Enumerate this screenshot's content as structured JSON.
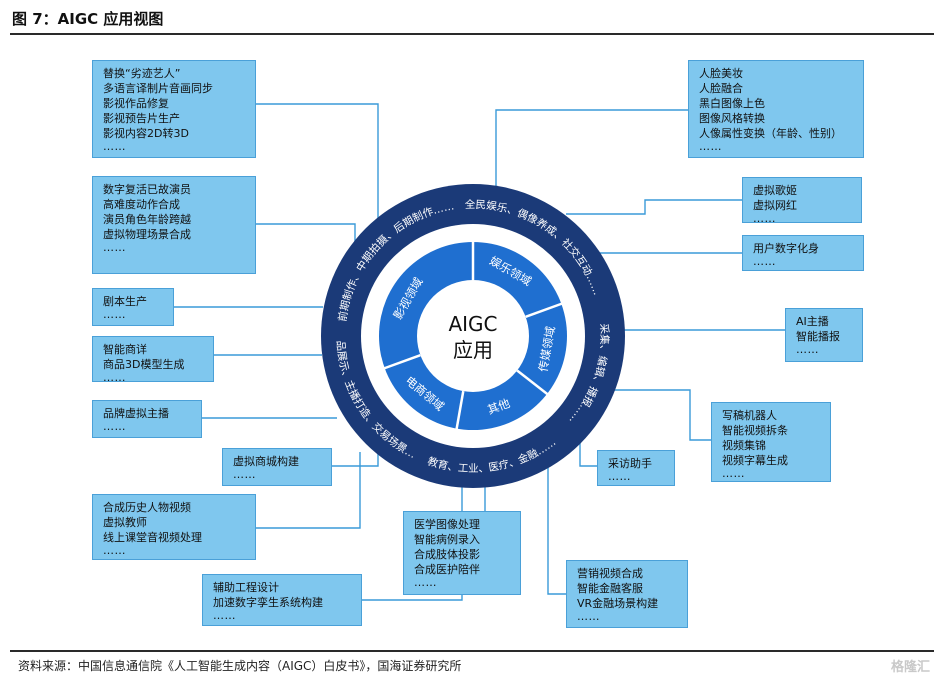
{
  "figure_title": "图 7：AIGC 应用视图",
  "center": {
    "line1": "AIGC",
    "line2": "应用"
  },
  "inner_sectors": [
    {
      "label": "娱乐领域",
      "angle": 30
    },
    {
      "label": "传媒领域",
      "angle": 100
    },
    {
      "label": "其他",
      "angle": 160
    },
    {
      "label": "电商领域",
      "angle": 220
    },
    {
      "label": "影视领域",
      "angle": 300
    }
  ],
  "outer_ring": [
    {
      "label": "全民娱乐、偶像养成、社交互动……",
      "start": -2,
      "end": 70
    },
    {
      "label": "采集、编辑、播报……",
      "start": 78,
      "end": 138
    },
    {
      "label": "教育、工业、医疗、金融……",
      "start": 142,
      "end": 200
    },
    {
      "label": "商品展示、主播打造、交易场景……",
      "start": 204,
      "end": 270
    },
    {
      "label": "前期制作、中期拍摄、后期制作……",
      "start": 274,
      "end": 354
    }
  ],
  "boxes": [
    {
      "id": "film-1",
      "lines": [
        "替换“劣迹艺人”",
        "多语言译制片音画同步",
        "影视作品修复",
        "影视预告片生产",
        "影视内容2D转3D"
      ],
      "more": "……"
    },
    {
      "id": "film-2",
      "lines": [
        "数字复活已故演员",
        "高难度动作合成",
        "演员角色年龄跨越",
        "虚拟物理场景合成"
      ],
      "more": "……"
    },
    {
      "id": "film-3",
      "lines": [
        "剧本生产"
      ],
      "more": "……"
    },
    {
      "id": "ecom-1",
      "lines": [
        "智能商详",
        "商品3D模型生成"
      ],
      "more": "……"
    },
    {
      "id": "ecom-2",
      "lines": [
        "品牌虚拟主播"
      ],
      "more": "……"
    },
    {
      "id": "ecom-3",
      "lines": [
        "虚拟商城构建"
      ],
      "more": "……"
    },
    {
      "id": "edu",
      "lines": [
        "合成历史人物视频",
        "虚拟教师",
        "线上课堂音视频处理"
      ],
      "more": "……"
    },
    {
      "id": "industry",
      "lines": [
        "辅助工程设计",
        "加速数字孪生系统构建"
      ],
      "more": "……"
    },
    {
      "id": "medical",
      "lines": [
        "医学图像处理",
        "智能病例录入",
        "合成肢体投影",
        "合成医护陪伴"
      ],
      "more": "……"
    },
    {
      "id": "finance",
      "lines": [
        "营销视频合成",
        "智能金融客服",
        "VR金融场景构建"
      ],
      "more": "……"
    },
    {
      "id": "media-1",
      "lines": [
        "采访助手"
      ],
      "more": "……"
    },
    {
      "id": "media-2",
      "lines": [
        "写稿机器人",
        "智能视频拆条",
        "视频集锦",
        "视频字幕生成"
      ],
      "more": "……"
    },
    {
      "id": "media-3",
      "lines": [
        "AI主播",
        "智能播报"
      ],
      "more": "……"
    },
    {
      "id": "ent-1",
      "lines": [
        "人脸美妆",
        "人脸融合",
        "黑白图像上色",
        "图像风格转换",
        "人像属性变换（年龄、性别）"
      ],
      "more": "……"
    },
    {
      "id": "ent-2",
      "lines": [
        "虚拟歌姬",
        "虚拟网红"
      ],
      "more": "……"
    },
    {
      "id": "ent-3",
      "lines": [
        "用户数字化身"
      ],
      "more": "……"
    }
  ],
  "source_note": "资料来源：中国信息通信院《人工智能生成内容（AIGC）白皮书》，国海证券研究所",
  "watermark": "格隆汇",
  "colors": {
    "outer_ring": "#1b3a78",
    "inner_ring": "#1f6fd0",
    "box_fill": "#7fc7ee",
    "box_border": "#4aa0d8",
    "connector": "#3a9ad8"
  }
}
